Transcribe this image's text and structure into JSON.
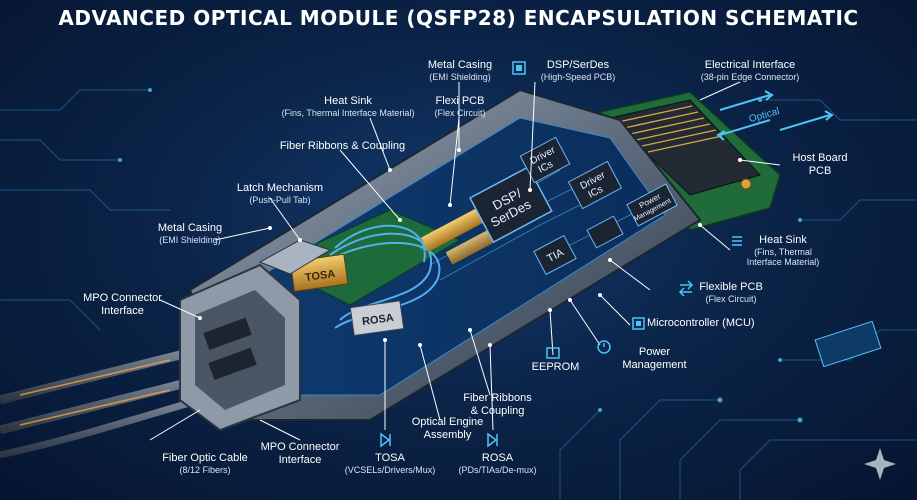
{
  "title": "ADVANCED OPTICAL MODULE (QSFP28) ENCAPSULATION SCHEMATIC",
  "labels": {
    "metal_casing_top": {
      "main": "Metal Casing",
      "sub": "(EMI Shielding)"
    },
    "dsp_serdes": {
      "main": "DSP/SerDes",
      "sub": "(High-Speed PCB)"
    },
    "electrical_interface": {
      "main": "Electrical Interface",
      "sub": "(38-pin Edge Connector)"
    },
    "heat_sink_top": {
      "main": "Heat Sink",
      "sub": "(Fins, Thermal Interface Material)"
    },
    "flexi_pcb": {
      "main": "Flexi PCB",
      "sub": "(Flex Circuit)"
    },
    "fiber_ribbons_top": {
      "main": "Fiber Ribbons & Coupling"
    },
    "latch_mechanism": {
      "main": "Latch Mechanism",
      "sub": "(Push-Pull Tab)"
    },
    "metal_casing_left": {
      "main": "Metal Casing",
      "sub": "(EMI Shielding)"
    },
    "mpo_connector_left": {
      "main": "MPO Connector",
      "sub2": "Interface"
    },
    "host_board": {
      "main": "Host Board",
      "sub2": "PCB"
    },
    "heat_sink_right": {
      "main": "Heat Sink",
      "sub": "(Fins, Thermal",
      "sub2": "Interface Material)"
    },
    "flexible_pcb": {
      "main": "Flexible PCB",
      "sub": "(Flex Circuit)"
    },
    "microcontroller": {
      "main": "Microcontroller (MCU)"
    },
    "power_management": {
      "main": "Power",
      "sub2": "Management"
    },
    "eeprom": {
      "main": "EEPROM"
    },
    "fiber_ribbons_bottom": {
      "main": "Fiber Ribbons",
      "sub2": "& Coupling"
    },
    "optical_engine": {
      "main": "Optical Engine",
      "sub2": "Assembly"
    },
    "mpo_connector_bottom": {
      "main": "MPO Connector",
      "sub2": "Interface"
    },
    "fiber_optic_cable": {
      "main": "Fiber Optic Cable",
      "sub": "(8/12 Fibers)"
    },
    "tosa_bottom": {
      "main": "TOSA",
      "sub": "(VCSELs/Drivers/Mux)"
    },
    "rosa_bottom": {
      "main": "ROSA",
      "sub": "(PDs/TIAs/De-mux)"
    }
  },
  "chips": {
    "tosa": "TOSA",
    "rosa": "ROSA",
    "dsp_line1": "DSP/",
    "dsp_line2": "SerDes",
    "driver1_line1": "Driver",
    "driver1_line2": "ICs",
    "driver2_line1": "Driver",
    "driver2_line2": "ICs",
    "tia": "TIA",
    "power_line1": "Power",
    "power_line2": "Management",
    "optical_arrow": "Optical"
  },
  "icons": [
    "dsp-chip-icon",
    "heat-sink-icon",
    "flex-pcb-icon",
    "mcu-icon",
    "power-icon",
    "eeprom-icon",
    "tosa-icon",
    "rosa-icon",
    "sparkle-icon"
  ],
  "colors": {
    "accent": "#4fc3f7",
    "gold": "#d9a441",
    "pcb": "#1f6b3a",
    "background": "#0b2448"
  }
}
